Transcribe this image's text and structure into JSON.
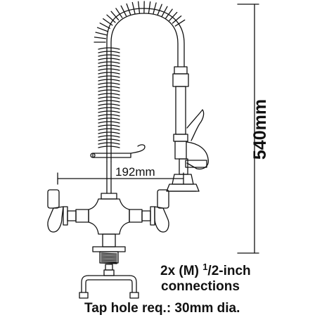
{
  "dimensions": {
    "height_label": "540mm",
    "width_label": "192mm"
  },
  "caption": {
    "line1_prefix": "2x (M) ",
    "line1_fraction_num": "1",
    "line1_fraction_rest": "/2-inch",
    "line2": "connections",
    "line3": "Tap hole req.: 30mm dia."
  },
  "colors": {
    "line": "#111111",
    "background": "#ffffff"
  }
}
